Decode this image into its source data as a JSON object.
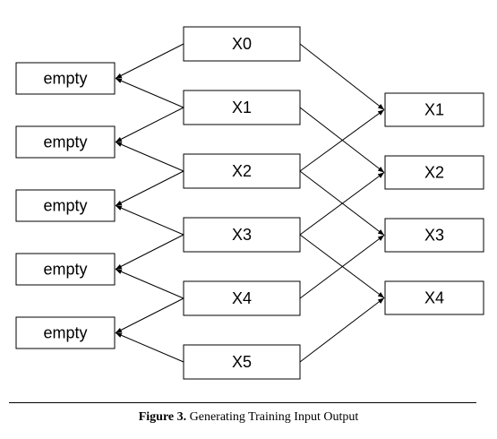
{
  "diagram": {
    "left_nodes": [
      "empty",
      "empty",
      "empty",
      "empty",
      "empty"
    ],
    "middle_nodes": [
      "X0",
      "X1",
      "X2",
      "X3",
      "X4",
      "X5"
    ],
    "right_nodes": [
      "X1",
      "X2",
      "X3",
      "X4"
    ],
    "edges_middle_to_left": [
      [
        0,
        0
      ],
      [
        1,
        0
      ],
      [
        1,
        1
      ],
      [
        2,
        1
      ],
      [
        2,
        2
      ],
      [
        3,
        2
      ],
      [
        3,
        3
      ],
      [
        4,
        3
      ],
      [
        4,
        4
      ],
      [
        5,
        4
      ]
    ],
    "edges_middle_to_right": [
      [
        0,
        0
      ],
      [
        1,
        1
      ],
      [
        2,
        0
      ],
      [
        2,
        2
      ],
      [
        3,
        1
      ],
      [
        3,
        3
      ],
      [
        4,
        2
      ],
      [
        5,
        3
      ]
    ]
  },
  "caption": {
    "label": "Figure 3.",
    "text": "Generating Training Input Output"
  }
}
